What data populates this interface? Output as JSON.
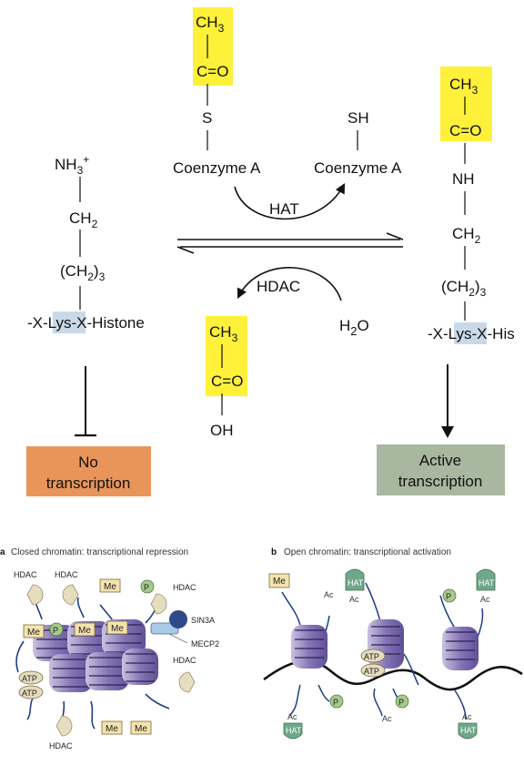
{
  "top": {
    "lysine_left": {
      "nh3": "NH",
      "nh3_sub": "3",
      "nh3_sup": "+",
      "ch2": "CH",
      "ch2_sub": "2",
      "chain_open": "(CH",
      "chain_sub": "2",
      "chain_close": ")",
      "chain_sub2": "3",
      "residue_pre": "-X-",
      "residue_lys": "Lys",
      "residue_post": "-X-Histone"
    },
    "acetyl_coa": {
      "ch3": "CH",
      "ch3_sub": "3",
      "co": "C=O",
      "s": "S",
      "name": "Coenzyme A"
    },
    "coa_sh": {
      "sh": "SH",
      "name": "Coenzyme A"
    },
    "hat_label": "HAT",
    "hdac_label": "HDAC",
    "acetate": {
      "ch3": "CH",
      "ch3_sub": "3",
      "co": "C=O",
      "oh": "OH"
    },
    "water": {
      "h": "H",
      "sub": "2",
      "o": "O"
    },
    "lysine_right": {
      "ch3": "CH",
      "ch3_sub": "3",
      "co": "C=O",
      "nh": "NH",
      "ch2": "CH",
      "ch2_sub": "2",
      "chain_open": "(CH",
      "chain_sub": "2",
      "chain_close": ")",
      "chain_sub2": "3",
      "residue_pre": "-X-",
      "residue_lys": "Lys",
      "residue_post": "-X-His"
    },
    "no_transcription": [
      "No",
      "transcription"
    ],
    "active_transcription": [
      "Active",
      "transcription"
    ]
  },
  "bottom": {
    "panel_a": {
      "letter": "a",
      "title": "Closed chromatin: transcriptional repression",
      "labels": {
        "hdac": "HDAC",
        "me": "Me",
        "p": "P",
        "atp": "ATP",
        "sin3a": "SIN3A",
        "mecp2": "MECP2"
      }
    },
    "panel_b": {
      "letter": "b",
      "title": "Open chromatin: transcriptional activation",
      "labels": {
        "me": "Me",
        "ac": "Ac",
        "hat": "HAT",
        "p": "P",
        "atp": "ATP"
      }
    }
  },
  "colors": {
    "acetyl_highlight": "#fff03a",
    "lys_highlight": "#c9d9e8",
    "no_transcription_box": "#e9955a",
    "active_transcription_box": "#a8b79f",
    "histone_purple": "#8a79b8",
    "hdac_tan": "#e6dcbf",
    "hat_green": "#6fa889",
    "phospho_green": "#a6c98e",
    "me_box": "#f5e3ad",
    "sin3a_blue": "#2e4a8a",
    "mecp2_blue": "#a9c9e6",
    "tail_blue": "#1f3e88"
  },
  "icons": [
    "pacman-hdac-icon",
    "hat-enzyme-icon",
    "phospho-circle-icon",
    "methyl-box-icon",
    "nucleosome-icon"
  ]
}
